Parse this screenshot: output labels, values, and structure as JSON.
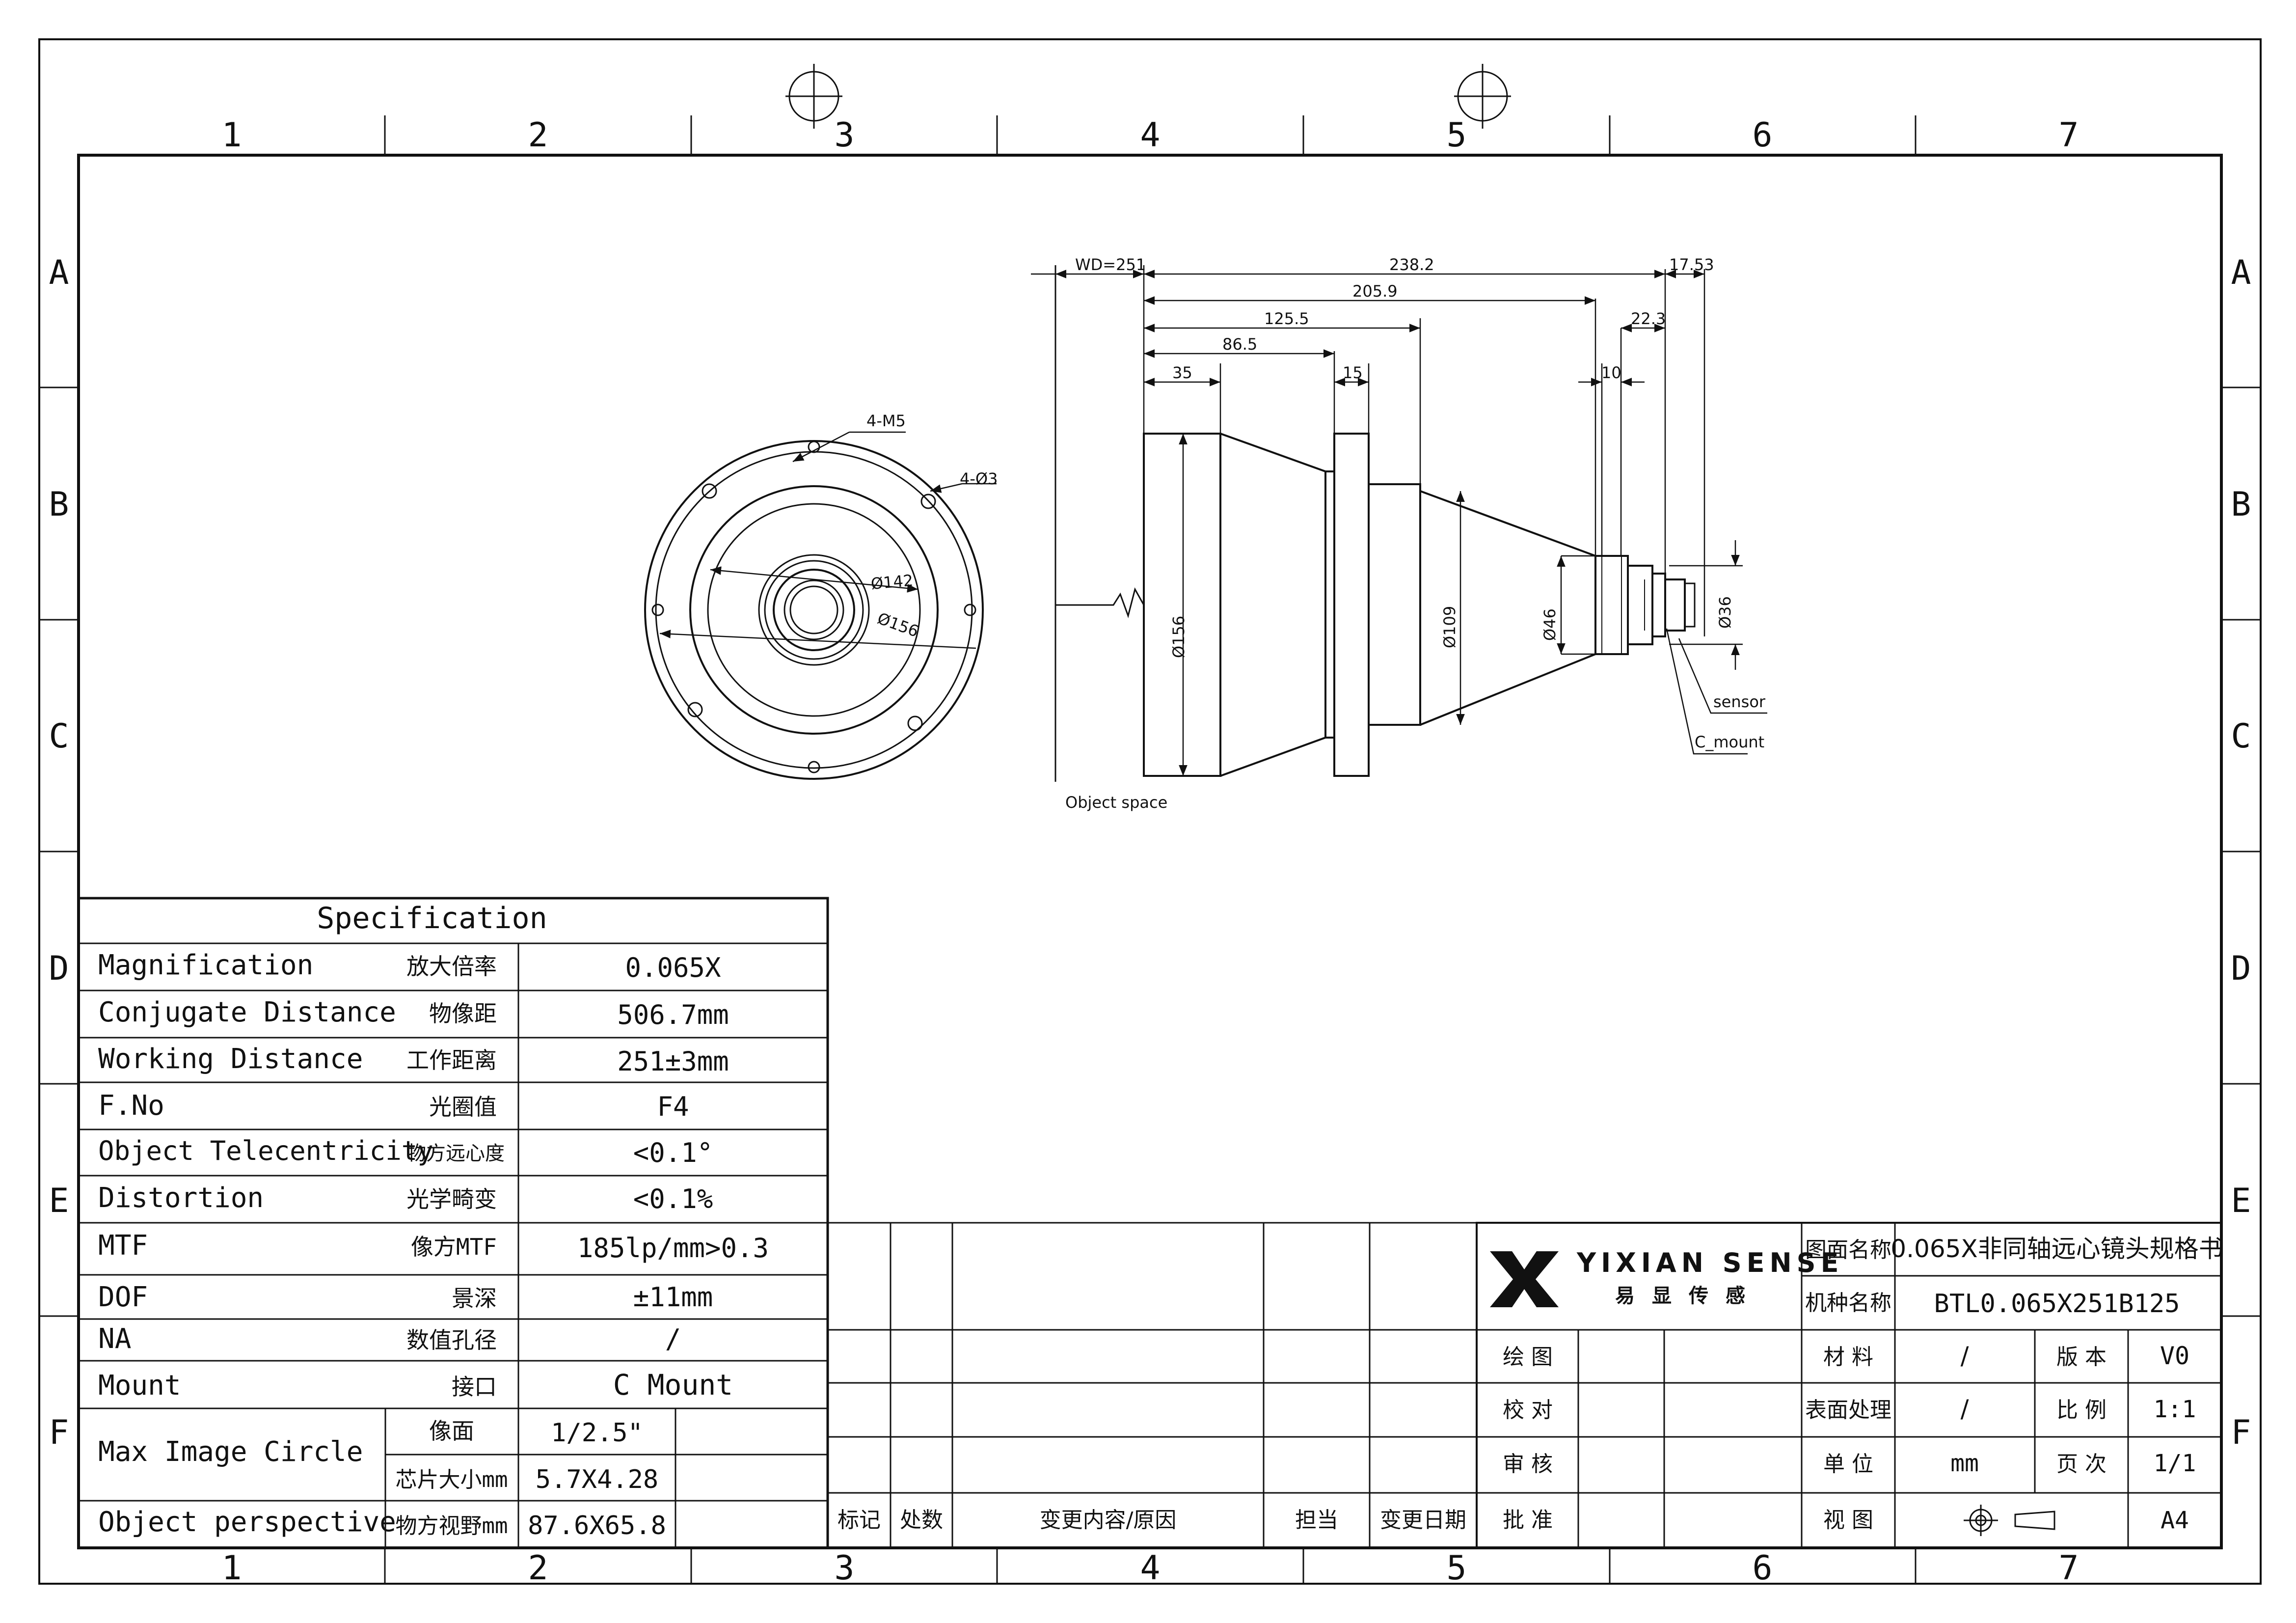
{
  "zones": {
    "columns": [
      "1",
      "2",
      "3",
      "4",
      "5",
      "6",
      "7"
    ],
    "rows": [
      "A",
      "B",
      "C",
      "D",
      "E",
      "F"
    ]
  },
  "front_view": {
    "holes_label": "4-M5",
    "pins_label": "4-Ø3",
    "inner_diameter": "Ø142",
    "outer_diameter": "Ø156"
  },
  "side_view": {
    "wd": "WD=251",
    "dims": {
      "total_length": "238.2",
      "to_cmount": "205.9",
      "cone_end": "125.5",
      "flange_pos": "86.5",
      "front_barrel": "35",
      "flange_thickness": "15",
      "back_focal": "17.53",
      "cmount_region": "22.3",
      "collar": "10"
    },
    "diameters": {
      "front": "Ø156",
      "rear_body": "Ø109",
      "neck": "Ø46",
      "cmount": "Ø36"
    },
    "labels": {
      "sensor": "sensor",
      "c_mount": "C_mount",
      "object_space": "Object space"
    }
  },
  "spec_table": {
    "title": "Specification",
    "rows": [
      {
        "en": "Magnification",
        "cn": "放大倍率",
        "value": "0.065X"
      },
      {
        "en": "Conjugate Distance",
        "cn": "物像距",
        "value": "506.7mm"
      },
      {
        "en": "Working Distance",
        "cn": "工作距离",
        "value": "251±3mm"
      },
      {
        "en": "F.No",
        "cn": "光圈值",
        "value": "F4"
      },
      {
        "en": "Object Telecentricity",
        "cn": "物方远心度",
        "value": "<0.1°"
      },
      {
        "en": "Distortion",
        "cn": "光学畸变",
        "value": "<0.1%"
      },
      {
        "en": "MTF",
        "cn": "像方MTF",
        "value": "185lp/mm>0.3"
      },
      {
        "en": "DOF",
        "cn": "景深",
        "value": "±11mm"
      },
      {
        "en": "NA",
        "cn": "数值孔径",
        "value": "/"
      },
      {
        "en": "Mount",
        "cn": "接口",
        "value": "C Mount"
      }
    ],
    "max_image_circle": {
      "en": "Max Image Circle",
      "sub1_cn": "像面",
      "sub1_value": "1/2.5\"",
      "sub2_cn": "芯片大小mm",
      "sub2_value": "5.7X4.28"
    },
    "object_perspective": {
      "en": "Object perspective",
      "cn": "物方视野mm",
      "value": "87.6X65.8"
    }
  },
  "revision_block": {
    "headers": [
      "标记",
      "处数",
      "变更内容/原因",
      "担当",
      "变更日期"
    ]
  },
  "title_block": {
    "brand": "YIXIAN SENSE",
    "brand_cn": [
      "易",
      "显",
      "传",
      "感"
    ],
    "drawing_name_label": "图面名称",
    "drawing_name": "0.065X非同轴远心镜头规格书",
    "model_label": "机种名称",
    "model": "BTL0.065X251B125",
    "sign_rows": [
      "绘 图",
      "校 对",
      "审 核",
      "批 准"
    ],
    "material_label": "材 料",
    "material": "/",
    "version_label": "版 本",
    "version": "V0",
    "surface_label": "表面处理",
    "surface": "/",
    "scale_label": "比 例",
    "scale": "1:1",
    "unit_label": "单 位",
    "unit": "mm",
    "page_label": "页 次",
    "page": "1/1",
    "view_label": "视 图",
    "paper": "A4"
  }
}
